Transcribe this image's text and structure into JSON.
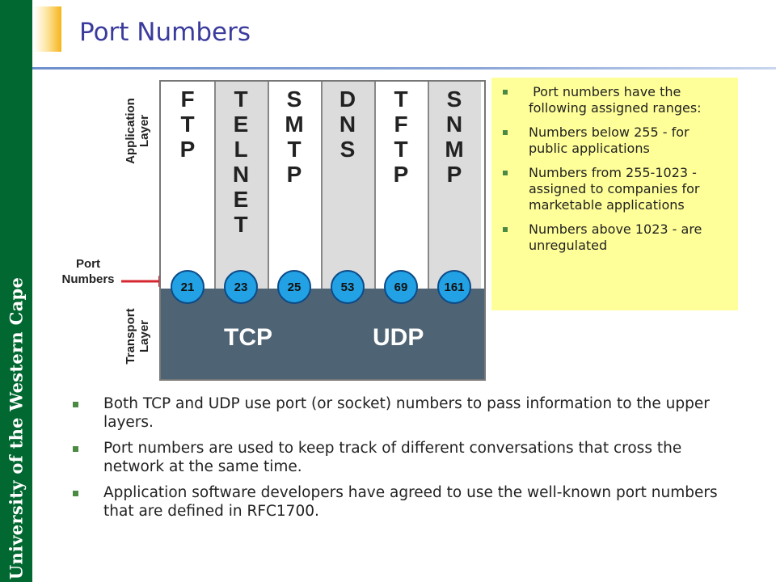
{
  "sidebar": {
    "text": "University of the Western Cape"
  },
  "title": "Port Numbers",
  "diagram": {
    "application_layer_label": [
      "Application",
      "Layer"
    ],
    "transport_layer_label": [
      "Transport",
      "Layer"
    ],
    "port_numbers_label": [
      "Port",
      "Numbers"
    ],
    "columns": [
      {
        "letters": [
          "F",
          "T",
          "P"
        ],
        "port": "21",
        "shaded": false
      },
      {
        "letters": [
          "T",
          "E",
          "L",
          "N",
          "E",
          "T"
        ],
        "port": "23",
        "shaded": true
      },
      {
        "letters": [
          "S",
          "M",
          "T",
          "P"
        ],
        "port": "25",
        "shaded": false
      },
      {
        "letters": [
          "D",
          "N",
          "S"
        ],
        "port": "53",
        "shaded": true
      },
      {
        "letters": [
          "T",
          "F",
          "T",
          "P"
        ],
        "port": "69",
        "shaded": false
      },
      {
        "letters": [
          "S",
          "N",
          "M",
          "P"
        ],
        "port": "161",
        "shaded": true
      }
    ],
    "protocols": {
      "tcp": "TCP",
      "udp": "UDP"
    },
    "colors": {
      "port_circle": "#22a2e4",
      "transport": "#4e6374",
      "arrow": "#d6262e"
    }
  },
  "infobox": {
    "items": [
      " Port numbers have the following assigned ranges:",
      "Numbers below 255 - for public applications",
      "Numbers from 255-1023 - assigned to companies for marketable applications",
      "Numbers above 1023 - are unregulated"
    ]
  },
  "main_bullets": [
    "Both TCP and UDP use port (or socket) numbers to pass information to the upper layers.",
    "Port numbers are used to keep track of different conversations that cross the network at the same time.",
    "Application software developers have agreed to use the well-known port numbers that are defined in RFC1700."
  ]
}
